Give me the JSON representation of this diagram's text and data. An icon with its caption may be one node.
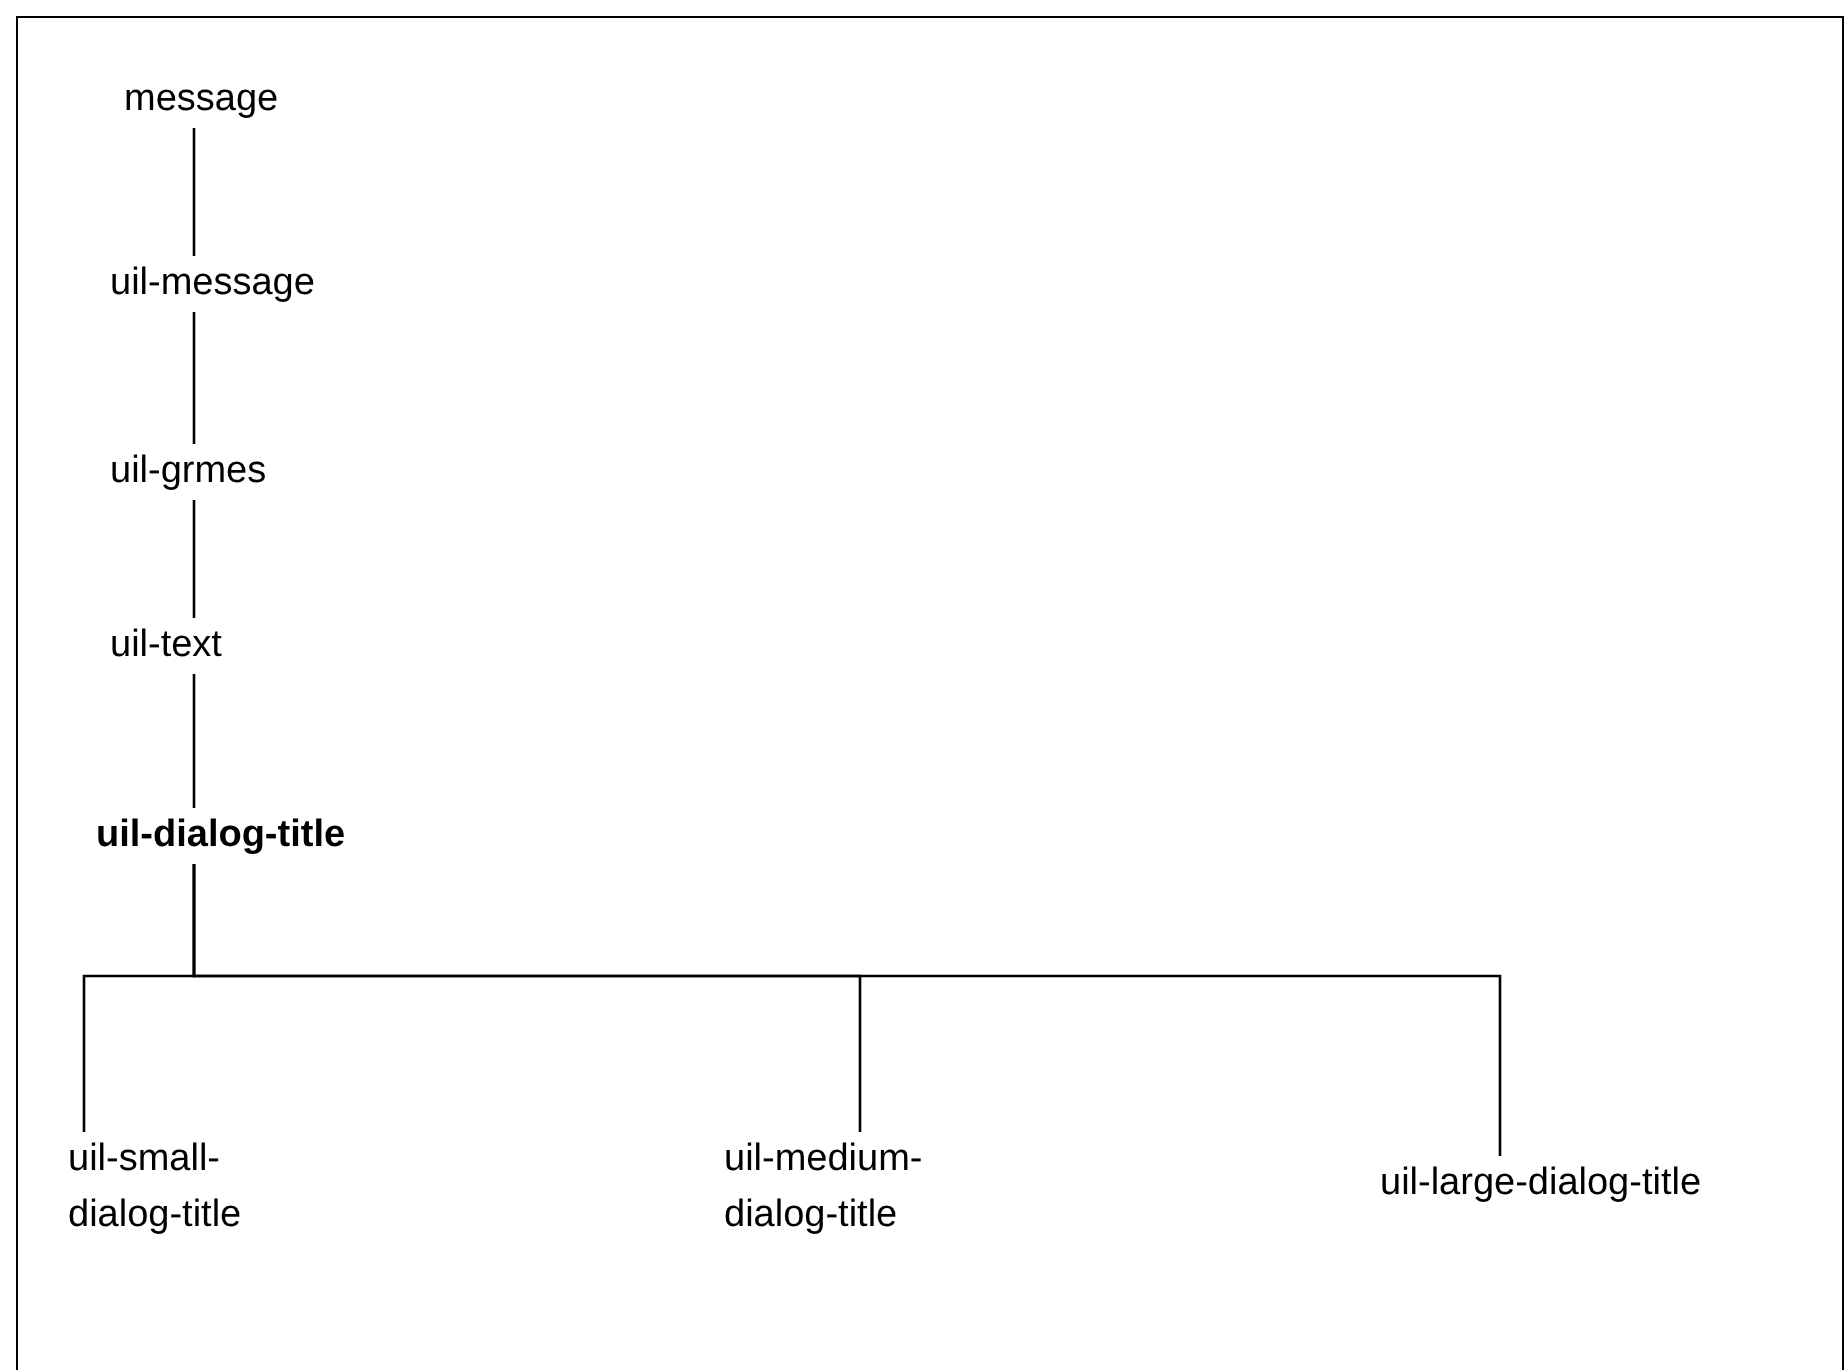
{
  "diagram": {
    "nodes": [
      {
        "text": [
          "message"
        ]
      },
      {
        "text": [
          "uil-message"
        ]
      },
      {
        "text": [
          "uil-grmes"
        ]
      },
      {
        "text": [
          "uil-text"
        ]
      },
      {
        "text": [
          "uil-dialog-title"
        ]
      },
      {
        "text": [
          "uil-small-dialog-title"
        ]
      },
      {
        "text": [
          "uil-medium-dialog-title"
        ]
      },
      {
        "text": [
          "uil-large-dialog-title"
        ]
      }
    ],
    "edges": [
      {
        "from": 0,
        "to": 1,
        "arrow": "none"
      },
      {
        "from": 1,
        "to": 2,
        "arrow": "none"
      },
      {
        "from": 2,
        "to": 3,
        "arrow": "none"
      },
      {
        "from": 3,
        "to": 4,
        "arrow": "none"
      },
      {
        "from": 4,
        "to": 5,
        "arrow": "none"
      },
      {
        "from": 4,
        "to": 6,
        "arrow": "none"
      },
      {
        "from": 4,
        "to": 7,
        "arrow": "none"
      }
    ]
  }
}
